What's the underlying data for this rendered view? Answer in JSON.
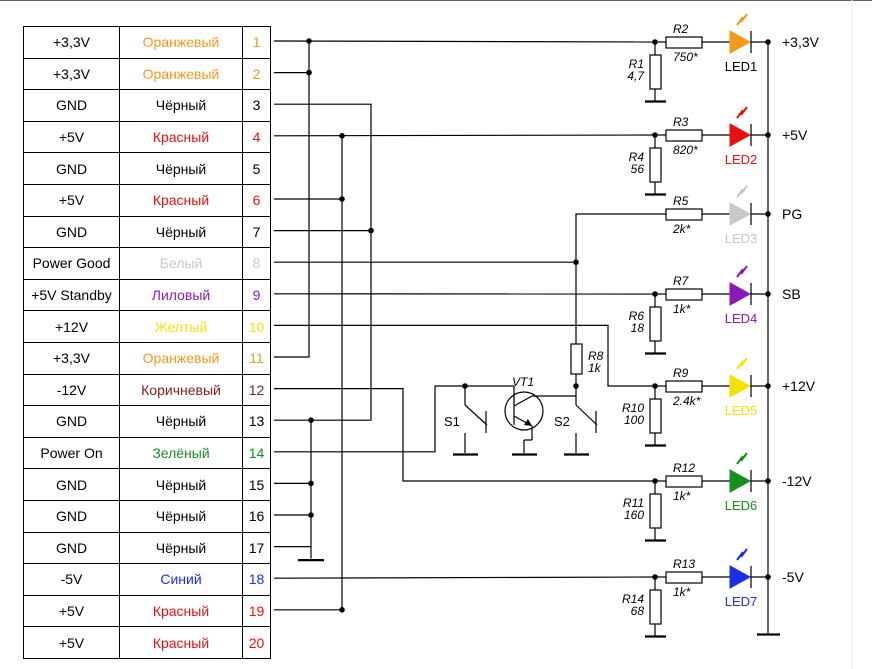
{
  "pins": [
    {
      "signal": "+3,3V",
      "color_name": "Оранжевый",
      "num": "1",
      "hex": "#f39a1e"
    },
    {
      "signal": "+3,3V",
      "color_name": "Оранжевый",
      "num": "2",
      "hex": "#f39a1e"
    },
    {
      "signal": "GND",
      "color_name": "Чёрный",
      "num": "3",
      "hex": "#000000"
    },
    {
      "signal": "+5V",
      "color_name": "Красный",
      "num": "4",
      "hex": "#e81010"
    },
    {
      "signal": "GND",
      "color_name": "Чёрный",
      "num": "5",
      "hex": "#000000"
    },
    {
      "signal": "+5V",
      "color_name": "Красный",
      "num": "6",
      "hex": "#e81010"
    },
    {
      "signal": "GND",
      "color_name": "Чёрный",
      "num": "7",
      "hex": "#000000"
    },
    {
      "signal": "Power Good",
      "color_name": "Белый",
      "num": "8",
      "hex": "#c8c8c8"
    },
    {
      "signal": "+5V Standby",
      "color_name": "Лиловый",
      "num": "9",
      "hex": "#8a1ab8"
    },
    {
      "signal": "+12V",
      "color_name": "Желтый",
      "num": "10",
      "hex": "#f2e20a"
    },
    {
      "signal": "+3,3V",
      "color_name": "Оранжевый",
      "num": "11",
      "hex": "#f39a1e"
    },
    {
      "signal": "-12V",
      "color_name": "Коричневый",
      "num": "12",
      "hex": "#8b1a1a"
    },
    {
      "signal": "GND",
      "color_name": "Чёрный",
      "num": "13",
      "hex": "#000000"
    },
    {
      "signal": "Power On",
      "color_name": "Зелёный",
      "num": "14",
      "hex": "#15901a"
    },
    {
      "signal": "GND",
      "color_name": "Чёрный",
      "num": "15",
      "hex": "#000000"
    },
    {
      "signal": "GND",
      "color_name": "Чёрный",
      "num": "16",
      "hex": "#000000"
    },
    {
      "signal": "GND",
      "color_name": "Чёрный",
      "num": "17",
      "hex": "#000000"
    },
    {
      "signal": "-5V",
      "color_name": "Синий",
      "num": "18",
      "hex": "#1c2ee6"
    },
    {
      "signal": "+5V",
      "color_name": "Красный",
      "num": "19",
      "hex": "#e81010"
    },
    {
      "signal": "+5V",
      "color_name": "Красный",
      "num": "20",
      "hex": "#e81010"
    }
  ],
  "channels": [
    {
      "r_series": "R2",
      "r_series_val": "750*",
      "r_shunt": "R1",
      "r_shunt_val": "4,7",
      "led": "LED1",
      "rail": "+3,3V",
      "led_hex": "#f39a1e"
    },
    {
      "r_series": "R3",
      "r_series_val": "820*",
      "r_shunt": "R4",
      "r_shunt_val": "56",
      "led": "LED2",
      "rail": "+5V",
      "led_hex": "#e81010"
    },
    {
      "r_series": "R5",
      "r_series_val": "2k*",
      "r_shunt": "",
      "r_shunt_val": "",
      "led": "LED3",
      "rail": "PG",
      "led_hex": "#c8c8c8"
    },
    {
      "r_series": "R7",
      "r_series_val": "1k*",
      "r_shunt": "R6",
      "r_shunt_val": "18",
      "led": "LED4",
      "rail": "SB",
      "led_hex": "#8a1ab8"
    },
    {
      "r_series": "R9",
      "r_series_val": "2.4k*",
      "r_shunt": "R10",
      "r_shunt_val": "100",
      "led": "LED5",
      "rail": "+12V",
      "led_hex": "#f2e20a"
    },
    {
      "r_series": "R12",
      "r_series_val": "1k*",
      "r_shunt": "R11",
      "r_shunt_val": "160",
      "led": "LED6",
      "rail": "-12V",
      "led_hex": "#15901a"
    },
    {
      "r_series": "R13",
      "r_series_val": "1k*",
      "r_shunt": "R14",
      "r_shunt_val": "68",
      "led": "LED7",
      "rail": "-5V",
      "led_hex": "#1c2ee6"
    }
  ],
  "parts": {
    "transistor": "VT1",
    "pullup": "R8",
    "pullup_val": "1k",
    "switch1": "S1",
    "switch2": "S2"
  }
}
